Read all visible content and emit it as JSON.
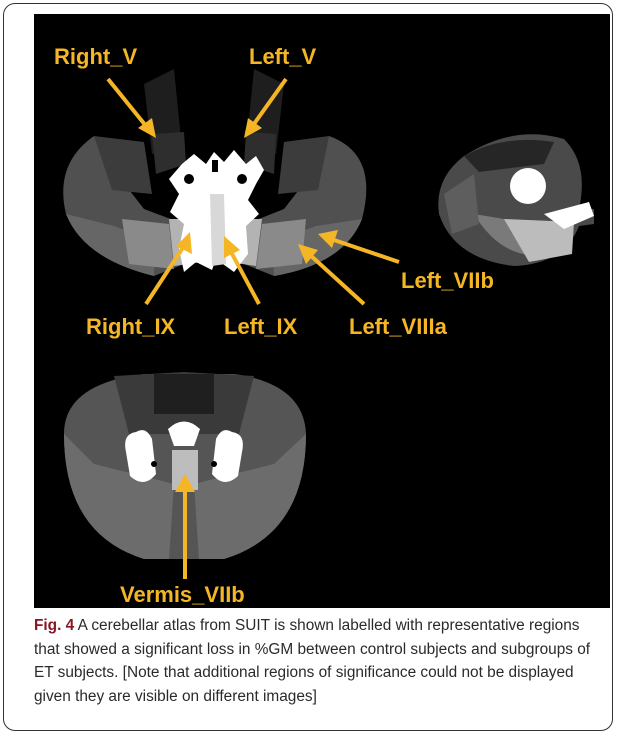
{
  "figure": {
    "labels": {
      "right_v": "Right_V",
      "left_v": "Left_V",
      "left_viib": "Left_VIIb",
      "right_ix": "Right_IX",
      "left_ix": "Left_IX",
      "left_viiia": "Left_VIIIa",
      "vermis_viib": "Vermis_VIIb"
    },
    "colors": {
      "background": "#000000",
      "label": "#f5b625",
      "fig_label": "#8a1523"
    }
  },
  "caption": {
    "fig_label": "Fig. 4",
    "text": " A cerebellar atlas from SUIT is shown labelled with representative regions that showed a significant loss in %GM between control subjects and subgroups of ET subjects. [Note that additional regions of significance could not be displayed given they are visible on different images]"
  }
}
